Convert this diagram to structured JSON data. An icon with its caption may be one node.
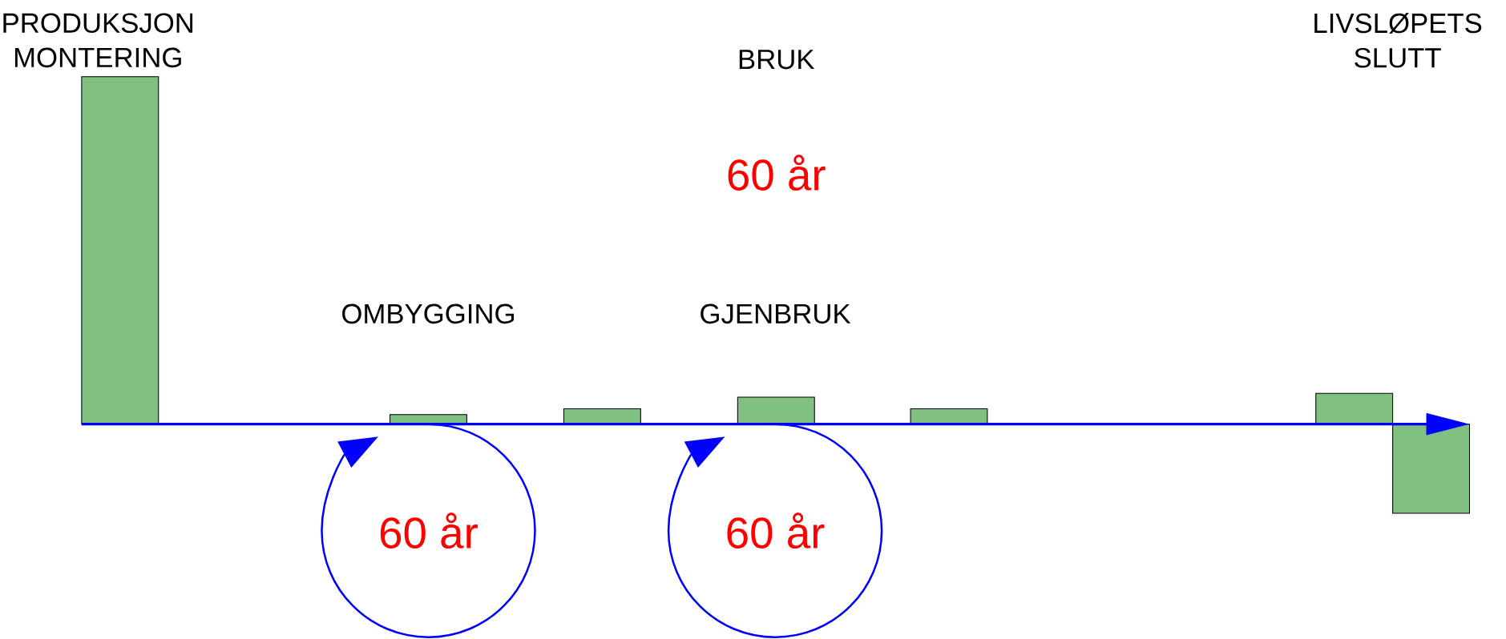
{
  "diagram": {
    "labels": [
      "PRODUKSJON MONTERING",
      "BRUK",
      "LIVSLØPETS SLUTT",
      "60 år",
      "OMBYGGING",
      "GJENBRUK",
      "60 år",
      "60 år"
    ]
  }
}
